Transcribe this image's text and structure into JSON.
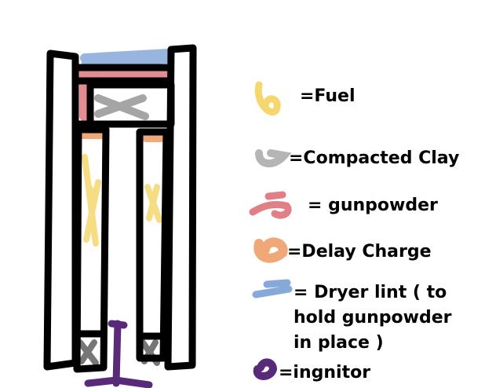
{
  "legend": [
    {
      "key": "fuel",
      "label": "=Fuel",
      "color": "#f5d76e"
    },
    {
      "key": "clay",
      "label": "=Compacted Clay",
      "color": "#b5b5b5"
    },
    {
      "key": "gunpowder",
      "label": "= gunpowder",
      "color": "#e07f86"
    },
    {
      "key": "delay",
      "label": "=Delay Charge",
      "color": "#f0a878"
    },
    {
      "key": "lint",
      "label": "= Dryer lint ( to",
      "label2": "hold gunpowder",
      "label3": "in place )",
      "color": "#86a9d9"
    },
    {
      "key": "ignitor",
      "label": "=ingnitor",
      "color": "#5a2a7a"
    }
  ]
}
